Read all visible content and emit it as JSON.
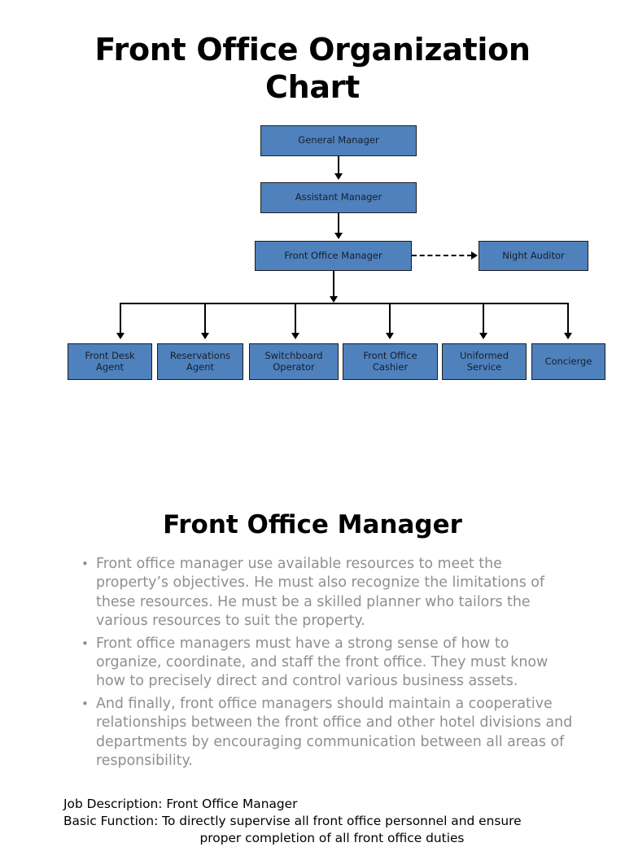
{
  "slide_org": {
    "title": "Front Office Organization Chart",
    "nodes": {
      "general_manager": "General Manager",
      "assistant_manager": "Assistant Manager",
      "front_office_manager": "Front Office Manager",
      "night_auditor": "Night Auditor"
    },
    "subordinates": [
      "Front Desk\nAgent",
      "Reservations\nAgent",
      "Switchboard\nOperator",
      "Front Office\nCashier",
      "Uniformed\nService",
      "Concierge"
    ],
    "colors": {
      "node_fill": "#4f81bd",
      "node_border": "#1c1c1c",
      "connector": "#000000"
    }
  },
  "slide_desc": {
    "title": "Front Office Manager",
    "bullet_marker": "•",
    "bullets": [
      "Front office manager use available resources to meet the property’s objectives. He must also recognize the limitations of these resources. He must be a skilled planner who tailors the various resources to suit the property.",
      "Front office managers must have a strong sense of how to organize, coordinate, and staff the front office. They must know how to precisely direct and control various business assets.",
      "And finally, front office managers should maintain a cooperative relationships between the front office and other hotel divisions and departments by encouraging communication between all areas of responsibility."
    ],
    "footer": {
      "line1": "Job Description: Front Office Manager",
      "line2": "Basic Function: To directly supervise all front office personnel and ensure",
      "line3": "proper completion of all front office duties"
    },
    "colors": {
      "bullet_text": "#8f8f8f",
      "footer_text": "#000000"
    }
  }
}
